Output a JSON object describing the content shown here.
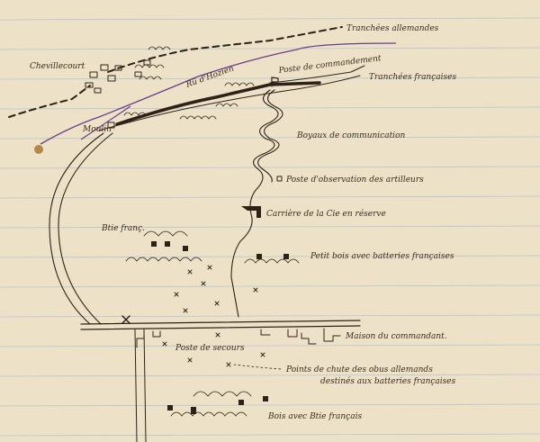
{
  "map": {
    "colors": {
      "paper": "#ede2c8",
      "ink": "#2e2218",
      "rule_lines": "#b9c3cf",
      "stream": "#6a3d8a"
    },
    "labels": {
      "german_trenches": "Tranchées allemandes",
      "village": "Chevillecourt",
      "stream": "Rû d'Hozien",
      "command_post": "Poste de commandement",
      "french_trenches": "Tranchées françaises",
      "mill": "Moulin",
      "communication_trenches": "Boyaux de communication",
      "artillery_observation_post": "Poste d'observation des artilleurs",
      "quarry": "Carrière de la Cie en réserve",
      "french_battery": "Btie franç.",
      "small_wood": "Petit bois avec batteries françaises",
      "commander_house": "Maison du commandant.",
      "aid_post": "Poste de secours",
      "shell_impacts_line1": "Points de chute des obus allemands",
      "shell_impacts_line2": "destinés aux batteries françaises",
      "wood_battery": "Bois avec Btie français"
    }
  }
}
